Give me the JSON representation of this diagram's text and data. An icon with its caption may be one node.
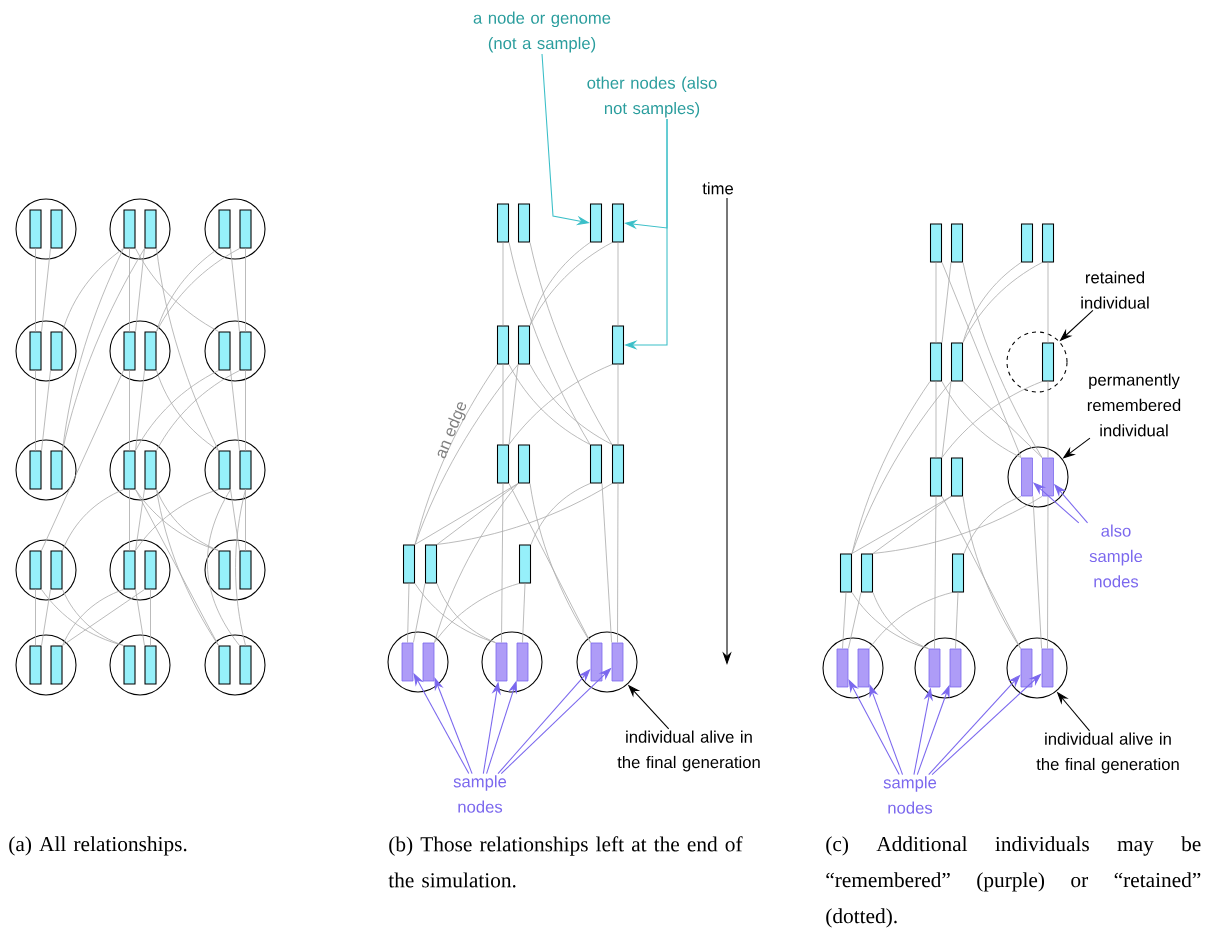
{
  "diagram": {
    "nodes": [
      {
        "text": [],
        "shape": "circle"
      },
      {
        "text": [],
        "shape": "box",
        "in": 0
      },
      {
        "text": [],
        "shape": "box",
        "in": 0
      },
      {
        "text": [],
        "shape": "circle"
      },
      {
        "text": [],
        "shape": "box",
        "in": 3
      },
      {
        "text": [],
        "shape": "box",
        "in": 3
      },
      {
        "text": [],
        "shape": "circle"
      },
      {
        "text": [],
        "shape": "box",
        "in": 6
      },
      {
        "text": [],
        "shape": "box",
        "in": 6
      },
      {
        "text": [],
        "shape": "circle"
      },
      {
        "text": [],
        "shape": "box",
        "in": 9
      },
      {
        "text": [],
        "shape": "box",
        "in": 9
      },
      {
        "text": [],
        "shape": "circle"
      },
      {
        "text": [],
        "shape": "box",
        "in": 12
      },
      {
        "text": [],
        "shape": "box",
        "in": 12
      },
      {
        "text": [],
        "shape": "circle"
      },
      {
        "text": [],
        "shape": "box",
        "in": 15
      },
      {
        "text": [],
        "shape": "box",
        "in": 15
      },
      {
        "text": [],
        "shape": "circle"
      },
      {
        "text": [],
        "shape": "box",
        "in": 18
      },
      {
        "text": [],
        "shape": "box",
        "in": 18
      },
      {
        "text": [],
        "shape": "circle"
      },
      {
        "text": [],
        "shape": "box",
        "in": 21
      },
      {
        "text": [],
        "shape": "box",
        "in": 21
      },
      {
        "text": [],
        "shape": "circle"
      },
      {
        "text": [],
        "shape": "box",
        "in": 24
      },
      {
        "text": [],
        "shape": "box",
        "in": 24
      },
      {
        "text": [],
        "shape": "circle"
      },
      {
        "text": [],
        "shape": "box",
        "in": 27
      },
      {
        "text": [],
        "shape": "box",
        "in": 27
      },
      {
        "text": [],
        "shape": "circle"
      },
      {
        "text": [],
        "shape": "box",
        "in": 30
      },
      {
        "text": [],
        "shape": "box",
        "in": 30
      },
      {
        "text": [],
        "shape": "circle"
      },
      {
        "text": [],
        "shape": "box",
        "in": 33
      },
      {
        "text": [],
        "shape": "box",
        "in": 33
      },
      {
        "text": [],
        "shape": "circle"
      },
      {
        "text": [],
        "shape": "box",
        "in": 36
      },
      {
        "text": [],
        "shape": "box",
        "in": 36
      },
      {
        "text": [],
        "shape": "circle"
      },
      {
        "text": [],
        "shape": "box",
        "in": 39
      },
      {
        "text": [],
        "shape": "box",
        "in": 39
      },
      {
        "text": [],
        "shape": "circle"
      },
      {
        "text": [],
        "shape": "box",
        "in": 42
      },
      {
        "text": [],
        "shape": "box",
        "in": 42
      },
      {
        "text": [],
        "shape": "box"
      },
      {
        "text": [],
        "shape": "box"
      },
      {
        "text": [],
        "shape": "box"
      },
      {
        "text": [],
        "shape": "box"
      },
      {
        "text": [],
        "shape": "box"
      },
      {
        "text": [],
        "shape": "box"
      },
      {
        "text": [],
        "shape": "box"
      },
      {
        "text": [],
        "shape": "box"
      },
      {
        "text": [],
        "shape": "box"
      },
      {
        "text": [],
        "shape": "box"
      },
      {
        "text": [],
        "shape": "box"
      },
      {
        "text": [],
        "shape": "box"
      },
      {
        "text": [],
        "shape": "box"
      },
      {
        "text": [],
        "shape": "box"
      },
      {
        "text": [],
        "shape": "circle"
      },
      {
        "text": [],
        "shape": "box",
        "in": 59
      },
      {
        "text": [],
        "shape": "box",
        "in": 59
      },
      {
        "text": [],
        "shape": "circle"
      },
      {
        "text": [],
        "shape": "box",
        "in": 62
      },
      {
        "text": [],
        "shape": "box",
        "in": 62
      },
      {
        "text": [],
        "shape": "circle"
      },
      {
        "text": [],
        "shape": "box",
        "in": 65
      },
      {
        "text": [],
        "shape": "box",
        "in": 65
      },
      {
        "text": [
          "a node or genome (not a sample)"
        ]
      },
      {
        "text": [
          "other nodes (also not samples)"
        ]
      },
      {
        "text": [
          "individual alive in the final generation"
        ]
      },
      {
        "text": [
          "sample nodes"
        ]
      },
      {
        "text": [],
        "shape": "box"
      },
      {
        "text": [],
        "shape": "box"
      },
      {
        "text": [],
        "shape": "box"
      },
      {
        "text": [],
        "shape": "box"
      },
      {
        "text": [],
        "shape": "box"
      },
      {
        "text": [],
        "shape": "box"
      },
      {
        "text": [],
        "shape": "circle"
      },
      {
        "text": [],
        "shape": "box",
        "in": 78
      },
      {
        "text": [],
        "shape": "box"
      },
      {
        "text": [],
        "shape": "box"
      },
      {
        "text": [],
        "shape": "circle"
      },
      {
        "text": [],
        "shape": "box",
        "in": 82
      },
      {
        "text": [],
        "shape": "box",
        "in": 82
      },
      {
        "text": [],
        "shape": "box"
      },
      {
        "text": [],
        "shape": "box"
      },
      {
        "text": [],
        "shape": "box"
      },
      {
        "text": [],
        "shape": "circle"
      },
      {
        "text": [],
        "shape": "box",
        "in": 88
      },
      {
        "text": [],
        "shape": "box",
        "in": 88
      },
      {
        "text": [],
        "shape": "circle"
      },
      {
        "text": [],
        "shape": "box",
        "in": 91
      },
      {
        "text": [],
        "shape": "box",
        "in": 91
      },
      {
        "text": [],
        "shape": "circle"
      },
      {
        "text": [],
        "shape": "box",
        "in": 94
      },
      {
        "text": [],
        "shape": "box",
        "in": 94
      },
      {
        "text": [
          "retained individual"
        ]
      },
      {
        "text": [
          "permanently remembered individual"
        ]
      },
      {
        "text": [
          "also sample nodes"
        ]
      },
      {
        "text": [
          "individual alive in the final generation"
        ]
      },
      {
        "text": [
          "sample nodes"
        ]
      }
    ],
    "edges": [
      {
        "from": 1,
        "to": 10,
        "arrow": "none"
      },
      {
        "from": 2,
        "to": 10,
        "arrow": "none"
      },
      {
        "from": 4,
        "to": 11,
        "arrow": "none"
      },
      {
        "from": 4,
        "to": 13,
        "arrow": "none"
      },
      {
        "from": 5,
        "to": 13,
        "arrow": "none"
      },
      {
        "from": 4,
        "to": 16,
        "arrow": "none"
      },
      {
        "from": 7,
        "to": 14,
        "arrow": "none"
      },
      {
        "from": 8,
        "to": 14,
        "arrow": "none"
      },
      {
        "from": 7,
        "to": 17,
        "arrow": "none"
      },
      {
        "from": 8,
        "to": 17,
        "arrow": "none"
      },
      {
        "from": 4,
        "to": 20,
        "arrow": "none"
      },
      {
        "from": 5,
        "to": 20,
        "arrow": "none"
      },
      {
        "from": 5,
        "to": 25,
        "arrow": "none"
      },
      {
        "from": 10,
        "to": 19,
        "arrow": "none"
      },
      {
        "from": 11,
        "to": 19,
        "arrow": "none"
      },
      {
        "from": 13,
        "to": 22,
        "arrow": "none"
      },
      {
        "from": 14,
        "to": 22,
        "arrow": "none"
      },
      {
        "from": 13,
        "to": 28,
        "arrow": "none"
      },
      {
        "from": 14,
        "to": 25,
        "arrow": "none"
      },
      {
        "from": 16,
        "to": 22,
        "arrow": "none"
      },
      {
        "from": 17,
        "to": 23,
        "arrow": "none"
      },
      {
        "from": 16,
        "to": 26,
        "arrow": "none"
      },
      {
        "from": 17,
        "to": 26,
        "arrow": "none"
      },
      {
        "from": 22,
        "to": 29,
        "arrow": "none"
      },
      {
        "from": 22,
        "to": 31,
        "arrow": "none"
      },
      {
        "from": 23,
        "to": 31,
        "arrow": "none"
      },
      {
        "from": 22,
        "to": 34,
        "arrow": "none"
      },
      {
        "from": 23,
        "to": 34,
        "arrow": "none"
      },
      {
        "from": 25,
        "to": 31,
        "arrow": "none"
      },
      {
        "from": 25,
        "to": 35,
        "arrow": "none"
      },
      {
        "from": 26,
        "to": 35,
        "arrow": "none"
      },
      {
        "from": 22,
        "to": 43,
        "arrow": "none"
      },
      {
        "from": 23,
        "to": 43,
        "arrow": "none"
      },
      {
        "from": 26,
        "to": 44,
        "arrow": "none"
      },
      {
        "from": 25,
        "to": 44,
        "arrow": "none"
      },
      {
        "from": 28,
        "to": 37,
        "arrow": "none"
      },
      {
        "from": 29,
        "to": 37,
        "arrow": "none"
      },
      {
        "from": 31,
        "to": 38,
        "arrow": "none"
      },
      {
        "from": 32,
        "to": 38,
        "arrow": "none"
      },
      {
        "from": 28,
        "to": 40,
        "arrow": "none"
      },
      {
        "from": 29,
        "to": 40,
        "arrow": "none"
      },
      {
        "from": 31,
        "to": 41,
        "arrow": "none"
      },
      {
        "from": 32,
        "to": 41,
        "arrow": "none"
      },
      {
        "from": 45,
        "to": 49,
        "arrow": "none"
      },
      {
        "from": 45,
        "to": 54,
        "arrow": "none"
      },
      {
        "from": 46,
        "to": 55,
        "arrow": "none"
      },
      {
        "from": 47,
        "to": 50,
        "arrow": "none"
      },
      {
        "from": 48,
        "to": 50,
        "arrow": "none"
      },
      {
        "from": 48,
        "to": 51,
        "arrow": "none"
      },
      {
        "from": 49,
        "to": 52,
        "arrow": "none"
      },
      {
        "from": 49,
        "to": 56,
        "arrow": "none"
      },
      {
        "from": 50,
        "to": 56,
        "arrow": "none"
      },
      {
        "from": 50,
        "to": 52,
        "arrow": "none"
      },
      {
        "from": 49,
        "to": 54,
        "arrow": "none"
      },
      {
        "from": 50,
        "to": 55,
        "arrow": "none"
      },
      {
        "from": 51,
        "to": 52,
        "arrow": "none"
      },
      {
        "from": 51,
        "to": 55,
        "arrow": "none"
      },
      {
        "from": 52,
        "to": 63,
        "arrow": "none"
      },
      {
        "from": 53,
        "to": 57,
        "arrow": "none"
      },
      {
        "from": 53,
        "to": 56,
        "arrow": "none"
      },
      {
        "from": 52,
        "to": 66,
        "arrow": "none"
      },
      {
        "from": 53,
        "to": 66,
        "arrow": "none"
      },
      {
        "from": 53,
        "to": 61,
        "arrow": "none"
      },
      {
        "from": 54,
        "to": 58,
        "arrow": "none"
      },
      {
        "from": 55,
        "to": 57,
        "arrow": "none"
      },
      {
        "from": 55,
        "to": 67,
        "arrow": "none"
      },
      {
        "from": 54,
        "to": 67,
        "arrow": "none"
      },
      {
        "from": 56,
        "to": 60,
        "arrow": "none"
      },
      {
        "from": 57,
        "to": 60,
        "arrow": "none"
      },
      {
        "from": 56,
        "to": 63,
        "arrow": "none"
      },
      {
        "from": 57,
        "to": 63,
        "arrow": "none"
      },
      {
        "from": 58,
        "to": 64,
        "arrow": "none"
      },
      {
        "from": 58,
        "to": 61,
        "arrow": "none"
      },
      {
        "from": 68,
        "to": 47,
        "arrow": "to",
        "color": "#3bbfc8"
      },
      {
        "from": 69,
        "to": 48,
        "arrow": "to",
        "color": "#3bbfc8"
      },
      {
        "from": 69,
        "to": 51,
        "arrow": "to",
        "color": "#3bbfc8"
      },
      {
        "from": 70,
        "to": 65,
        "arrow": "to",
        "color": "#000000"
      },
      {
        "from": 71,
        "to": 60,
        "arrow": "to",
        "color": "#7b68ee"
      },
      {
        "from": 71,
        "to": 61,
        "arrow": "to",
        "color": "#7b68ee"
      },
      {
        "from": 71,
        "to": 63,
        "arrow": "to",
        "color": "#7b68ee"
      },
      {
        "from": 71,
        "to": 64,
        "arrow": "to",
        "color": "#7b68ee"
      },
      {
        "from": 71,
        "to": 66,
        "arrow": "to",
        "color": "#7b68ee"
      },
      {
        "from": 71,
        "to": 67,
        "arrow": "to",
        "color": "#7b68ee"
      },
      {
        "from": 72,
        "to": 76,
        "arrow": "none"
      },
      {
        "from": 73,
        "to": 76,
        "arrow": "none"
      },
      {
        "from": 72,
        "to": 83,
        "arrow": "none"
      },
      {
        "from": 73,
        "to": 84,
        "arrow": "none"
      },
      {
        "from": 74,
        "to": 77,
        "arrow": "none"
      },
      {
        "from": 75,
        "to": 77,
        "arrow": "none"
      },
      {
        "from": 75,
        "to": 79,
        "arrow": "none"
      },
      {
        "from": 76,
        "to": 80,
        "arrow": "none"
      },
      {
        "from": 76,
        "to": 85,
        "arrow": "none"
      },
      {
        "from": 77,
        "to": 85,
        "arrow": "none"
      },
      {
        "from": 77,
        "to": 80,
        "arrow": "none"
      },
      {
        "from": 76,
        "to": 83,
        "arrow": "none"
      },
      {
        "from": 77,
        "to": 84,
        "arrow": "none"
      },
      {
        "from": 79,
        "to": 80,
        "arrow": "none"
      },
      {
        "from": 79,
        "to": 84,
        "arrow": "none"
      },
      {
        "from": 80,
        "to": 92,
        "arrow": "none"
      },
      {
        "from": 81,
        "to": 86,
        "arrow": "none"
      },
      {
        "from": 81,
        "to": 85,
        "arrow": "none"
      },
      {
        "from": 80,
        "to": 95,
        "arrow": "none"
      },
      {
        "from": 81,
        "to": 95,
        "arrow": "none"
      },
      {
        "from": 83,
        "to": 87,
        "arrow": "none"
      },
      {
        "from": 84,
        "to": 86,
        "arrow": "none"
      },
      {
        "from": 84,
        "to": 96,
        "arrow": "none"
      },
      {
        "from": 83,
        "to": 96,
        "arrow": "none"
      },
      {
        "from": 85,
        "to": 89,
        "arrow": "none"
      },
      {
        "from": 86,
        "to": 89,
        "arrow": "none"
      },
      {
        "from": 85,
        "to": 92,
        "arrow": "none"
      },
      {
        "from": 86,
        "to": 92,
        "arrow": "none"
      },
      {
        "from": 87,
        "to": 93,
        "arrow": "none"
      },
      {
        "from": 87,
        "to": 90,
        "arrow": "none"
      },
      {
        "from": 97,
        "to": 78,
        "arrow": "to",
        "color": "#000000"
      },
      {
        "from": 98,
        "to": 82,
        "arrow": "to",
        "color": "#000000"
      },
      {
        "from": 99,
        "to": 83,
        "arrow": "to",
        "color": "#7b68ee"
      },
      {
        "from": 99,
        "to": 84,
        "arrow": "to",
        "color": "#7b68ee"
      },
      {
        "from": 100,
        "to": 94,
        "arrow": "to",
        "color": "#000000"
      },
      {
        "from": 101,
        "to": 89,
        "arrow": "to",
        "color": "#7b68ee"
      },
      {
        "from": 101,
        "to": 90,
        "arrow": "to",
        "color": "#7b68ee"
      },
      {
        "from": 101,
        "to": 92,
        "arrow": "to",
        "color": "#7b68ee"
      },
      {
        "from": 101,
        "to": 93,
        "arrow": "to",
        "color": "#7b68ee"
      },
      {
        "from": 101,
        "to": 95,
        "arrow": "to",
        "color": "#7b68ee"
      },
      {
        "from": 101,
        "to": 96,
        "arrow": "to",
        "color": "#7b68ee"
      }
    ],
    "labels": [
      "time",
      "an edge",
      "(a) All relationships.",
      "(b) Those relationships left at the end of the simulation.",
      "(c) Additional individuals may be “remembered” (purple) or “retained” (dotted)."
    ]
  }
}
